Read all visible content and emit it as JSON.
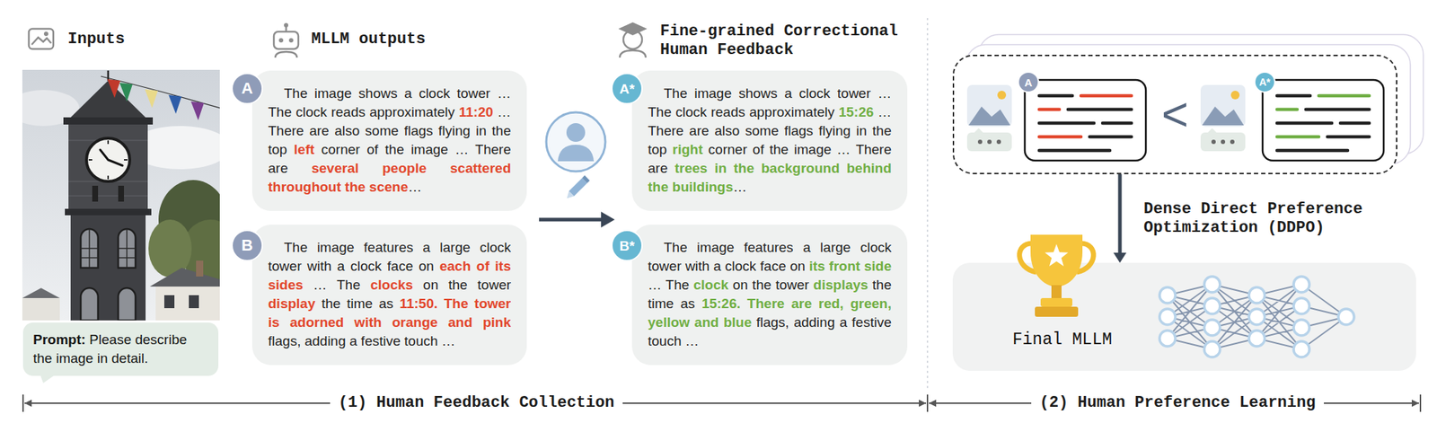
{
  "diagram": {
    "nodes": [
      {
        "text": [
          "Prompt:",
          "Please describe the image in detail."
        ]
      },
      {
        "text": [
          "The image shows a clock tower … The clock reads approximately",
          "11:20",
          "… There are also some flags flying in the top",
          "left",
          "corner of the image … There are",
          "several people scattered throughout the scene",
          "…"
        ]
      },
      {
        "text": [
          "A"
        ],
        "in": 1
      },
      {
        "text": [
          "The image features a large clock tower with a clock face on",
          "each of its sides",
          "… The",
          "clocks",
          "on the tower",
          "display",
          "the time as",
          "11:50. The tower is adorned with orange and pink",
          "flags, adding a festive touch …"
        ]
      },
      {
        "text": [
          "B"
        ],
        "in": 3
      },
      {
        "text": [
          "The image shows a clock tower … The clock reads approximately",
          "15:26",
          "… There are also some flags flying in the top",
          "right",
          "corner of the image … There are",
          "trees in the background behind the buildings",
          "…"
        ]
      },
      {
        "text": [
          "A*"
        ],
        "in": 5
      },
      {
        "text": [
          "The image features a large clock tower with a clock face on",
          "its front side",
          "… The",
          "clock",
          "on the tower",
          "displays",
          "the time as",
          "15:26. There are red, green, yellow and blue",
          "flags, adding a festive touch …"
        ]
      },
      {
        "text": [
          "B*"
        ],
        "in": 7
      },
      {
        "text": [
          "<"
        ]
      },
      {
        "text": [
          "A"
        ],
        "in": 9
      },
      {
        "text": [
          "A*"
        ],
        "in": 9
      },
      {
        "text": [
          "Final MLLM"
        ]
      }
    ],
    "edges": [
      {
        "from": 9,
        "to": 12,
        "arrow": "to",
        "label": "Dense Direct Preference Optimization (DDPO)"
      }
    ],
    "labels": [
      "Inputs",
      "MLLM outputs",
      "Fine-grained Correctional Human Feedback",
      "(1) Human Feedback Collection",
      "(2) Human Preference Learning"
    ]
  }
}
